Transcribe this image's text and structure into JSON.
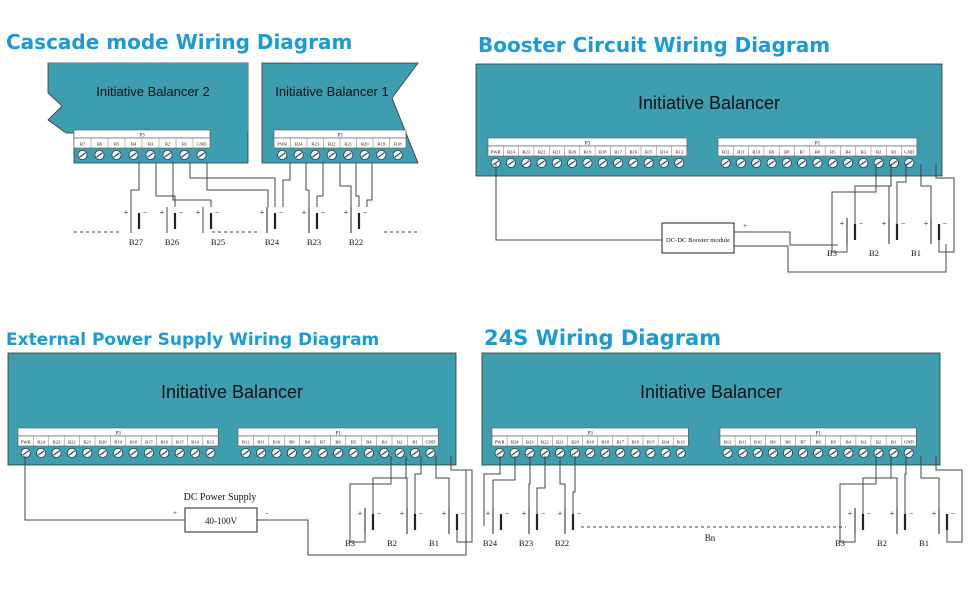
{
  "panels": {
    "cascade": {
      "title": "Cascade mode Wiring Diagram",
      "device_left": "Initiative Balancer 2",
      "device_right": "Initiative Balancer 1",
      "header_left": "P3",
      "header_right": "P3",
      "pins_left": [
        "B7",
        "B6",
        "B5",
        "B4",
        "B3",
        "B2",
        "B1",
        "GND"
      ],
      "pins_right": [
        "PWR",
        "B24",
        "B23",
        "B22",
        "B21",
        "B20",
        "B19",
        "B18"
      ],
      "batteries": [
        "B27",
        "B26",
        "B25",
        "B24",
        "B23",
        "B22"
      ],
      "plus": "+",
      "minus": "−"
    },
    "booster": {
      "title": "Booster Circuit Wiring Diagram",
      "device": "Initiative Balancer",
      "header_p3": "P3",
      "header_p1": "P1",
      "pins_p3": [
        "PWR",
        "B24",
        "B23",
        "B22",
        "B21",
        "B20",
        "B19",
        "B18",
        "B17",
        "B16",
        "B15",
        "B14",
        "B13"
      ],
      "pins_p1": [
        "B12",
        "B11",
        "B10",
        "B9",
        "B8",
        "B7",
        "B6",
        "B5",
        "B4",
        "B3",
        "B2",
        "B1",
        "GND"
      ],
      "module": "DC-DC Booster module",
      "module_plus": "+",
      "module_minus": "-",
      "batteries": [
        "B3",
        "B2",
        "B1"
      ],
      "plus": "+",
      "minus": "−"
    },
    "external": {
      "title": "External Power Supply Wiring Diagram",
      "device": "Initiative Balancer",
      "header_p3": "P3",
      "header_p1": "P1",
      "pins_p3": [
        "PWR",
        "B24",
        "B23",
        "B22",
        "B21",
        "B20",
        "B19",
        "B18",
        "B17",
        "B16",
        "B15",
        "B14",
        "B13"
      ],
      "pins_p1": [
        "B12",
        "B11",
        "B10",
        "B9",
        "B8",
        "B7",
        "B6",
        "B5",
        "B4",
        "B3",
        "B2",
        "B1",
        "GND"
      ],
      "supply_label": "DC Power Supply",
      "supply_value": "40-100V",
      "supply_plus": "+",
      "supply_minus": "-",
      "batteries": [
        "B3",
        "B2",
        "B1"
      ],
      "plus": "+",
      "minus": "−"
    },
    "s24": {
      "title": "24S Wiring Diagram",
      "device": "Initiative Balancer",
      "header_p3": "P3",
      "header_p1": "P1",
      "pins_p3": [
        "PWR",
        "B24",
        "B23",
        "B22",
        "B21",
        "B20",
        "B19",
        "B18",
        "B17",
        "B16",
        "B15",
        "B14",
        "B13"
      ],
      "pins_p1": [
        "B12",
        "B11",
        "B10",
        "B9",
        "B8",
        "B7",
        "B6",
        "B5",
        "B4",
        "B3",
        "B2",
        "B1",
        "GND"
      ],
      "batteries_left": [
        "B24",
        "B23",
        "B22"
      ],
      "middle": "Bn",
      "batteries_right": [
        "B3",
        "B2",
        "B1"
      ],
      "plus": "+",
      "minus": "−"
    }
  },
  "colors": {
    "title": "#1a9bd8",
    "device_fill": "#3f9db0",
    "header_fill": "#ffffff",
    "terminal_fill": "#e9f6fb",
    "wire": "#444444"
  }
}
